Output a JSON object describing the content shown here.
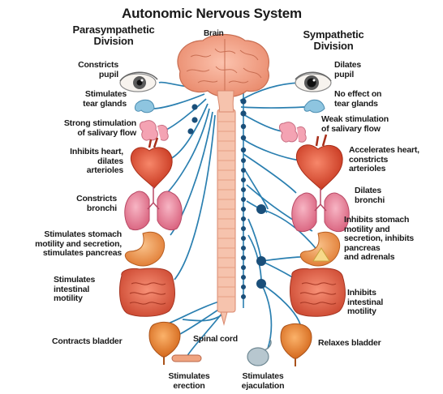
{
  "title": "Autonomic Nervous System",
  "parasympathetic": {
    "line1": "Parasympathetic",
    "line2": "Division"
  },
  "sympathetic": {
    "line1": "Sympathetic",
    "line2": "Division"
  },
  "brain": "Brain",
  "spinal_cord": "Spinal cord",
  "left": {
    "pupil": [
      "Constricts",
      "pupil"
    ],
    "tear": [
      "Stimulates",
      "tear glands"
    ],
    "saliva": [
      "Strong stimulation",
      "of salivary flow"
    ],
    "heart": [
      "Inhibits heart,",
      "dilates",
      "arterioles"
    ],
    "bronchi": [
      "Constricts",
      "bronchi"
    ],
    "stomach": [
      "Stimulates stomach",
      "motility and secretion,",
      "stimulates pancreas"
    ],
    "intestine": [
      "Stimulates",
      "intestinal",
      "motility"
    ],
    "bladder": "Contracts bladder"
  },
  "right": {
    "pupil": [
      "Dilates",
      "pupil"
    ],
    "tear": [
      "No effect on",
      "tear glands"
    ],
    "saliva": [
      "Weak stimulation",
      "of salivary flow"
    ],
    "heart": [
      "Accelerates heart,",
      "constricts",
      "arterioles"
    ],
    "bronchi": [
      "Dilates",
      "bronchi"
    ],
    "stomach": [
      "Inhibits stomach",
      "motility and",
      "secretion, inhibits",
      "pancreas",
      "and adrenals"
    ],
    "intestine": [
      "Inhibits",
      "intestinal",
      "motility"
    ],
    "bladder": "Relaxes bladder"
  },
  "bottom": {
    "erection": [
      "Stimulates",
      "erection"
    ],
    "ejaculation": [
      "Stimulates",
      "ejaculation"
    ]
  },
  "icons": [
    "brain-icon",
    "eye-icon",
    "tear-gland-icon",
    "salivary-gland-icon",
    "heart-icon",
    "lungs-icon",
    "stomach-icon",
    "intestine-icon",
    "bladder-icon",
    "penis-icon",
    "testis-icon",
    "adrenal-icon"
  ],
  "colors": {
    "nerve": "#2a7fb0",
    "ganglion": "#1a4f7a",
    "spine": "#f3b7a0",
    "brain": "#f4a98e",
    "organ_red": "#e4553b",
    "lung_pink": "#ef8fa6",
    "stomach_orange": "#f5a15a",
    "bladder_orange": "#f08a34"
  }
}
